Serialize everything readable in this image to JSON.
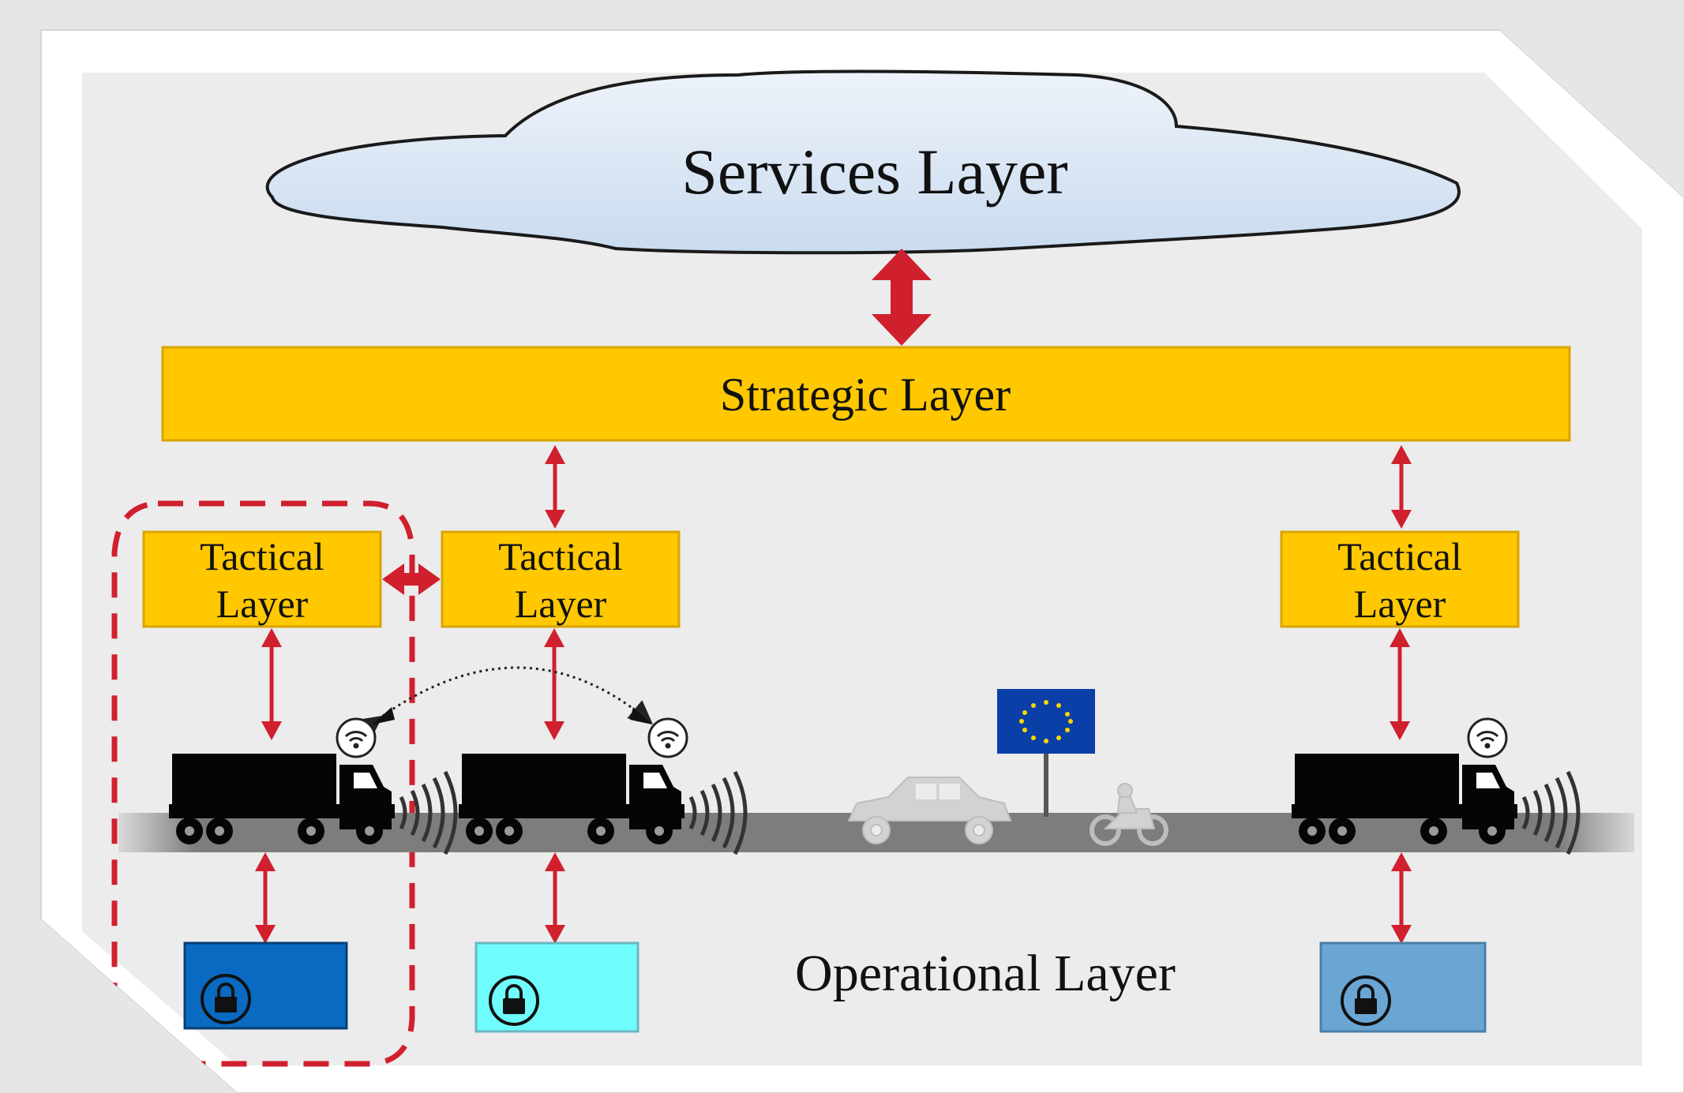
{
  "diagram": {
    "services_layer": "Services Layer",
    "strategic_layer": "Strategic Layer",
    "tactical_layers": [
      {
        "line1": "Tactical",
        "line2": "Layer"
      },
      {
        "line1": "Tactical",
        "line2": "Layer"
      },
      {
        "line1": "Tactical",
        "line2": "Layer"
      }
    ],
    "operational_layer": "Operational Layer"
  },
  "colors": {
    "layer_yellow": "#ffc800",
    "arrow_red": "#d0202e",
    "cloud_fill": "#dce8f5",
    "eu_flag_blue": "#0b3fa8",
    "operational_box_dark_blue": "#0a6ac2",
    "operational_box_cyan": "#6ffcfc",
    "operational_box_steel_blue": "#6aa6d4"
  },
  "icons": [
    "truck-icon",
    "wifi-icon",
    "sensor-waves-icon",
    "car-icon",
    "motorcycle-icon",
    "eu-flag-sign-icon",
    "lock-icon"
  ]
}
